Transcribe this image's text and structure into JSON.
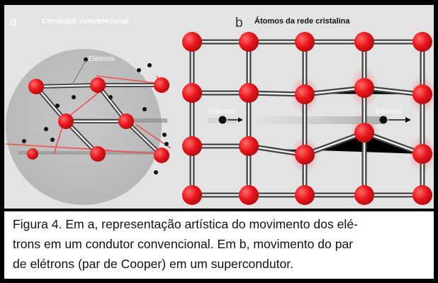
{
  "panel_a": {
    "letter": "a",
    "title": "Condutor convencional",
    "electron_label": "Elétrons"
  },
  "panel_b": {
    "letter": "b",
    "title": "Átomos da rede cristalina",
    "electron2_label": "Elétron2",
    "electron1_label": "Elétron1"
  },
  "caption": {
    "lines": [
      "Figura 4. Em a, representação artística do movimento dos elé-",
      "trons em um condutor convencional. Em b, movimento do par",
      "de elétrons (par de Cooper) em um supercondutor."
    ]
  },
  "colors": {
    "atom": "#e8161b",
    "bond": "#555555",
    "background": "#e3e3e3",
    "frame": "#000000"
  }
}
